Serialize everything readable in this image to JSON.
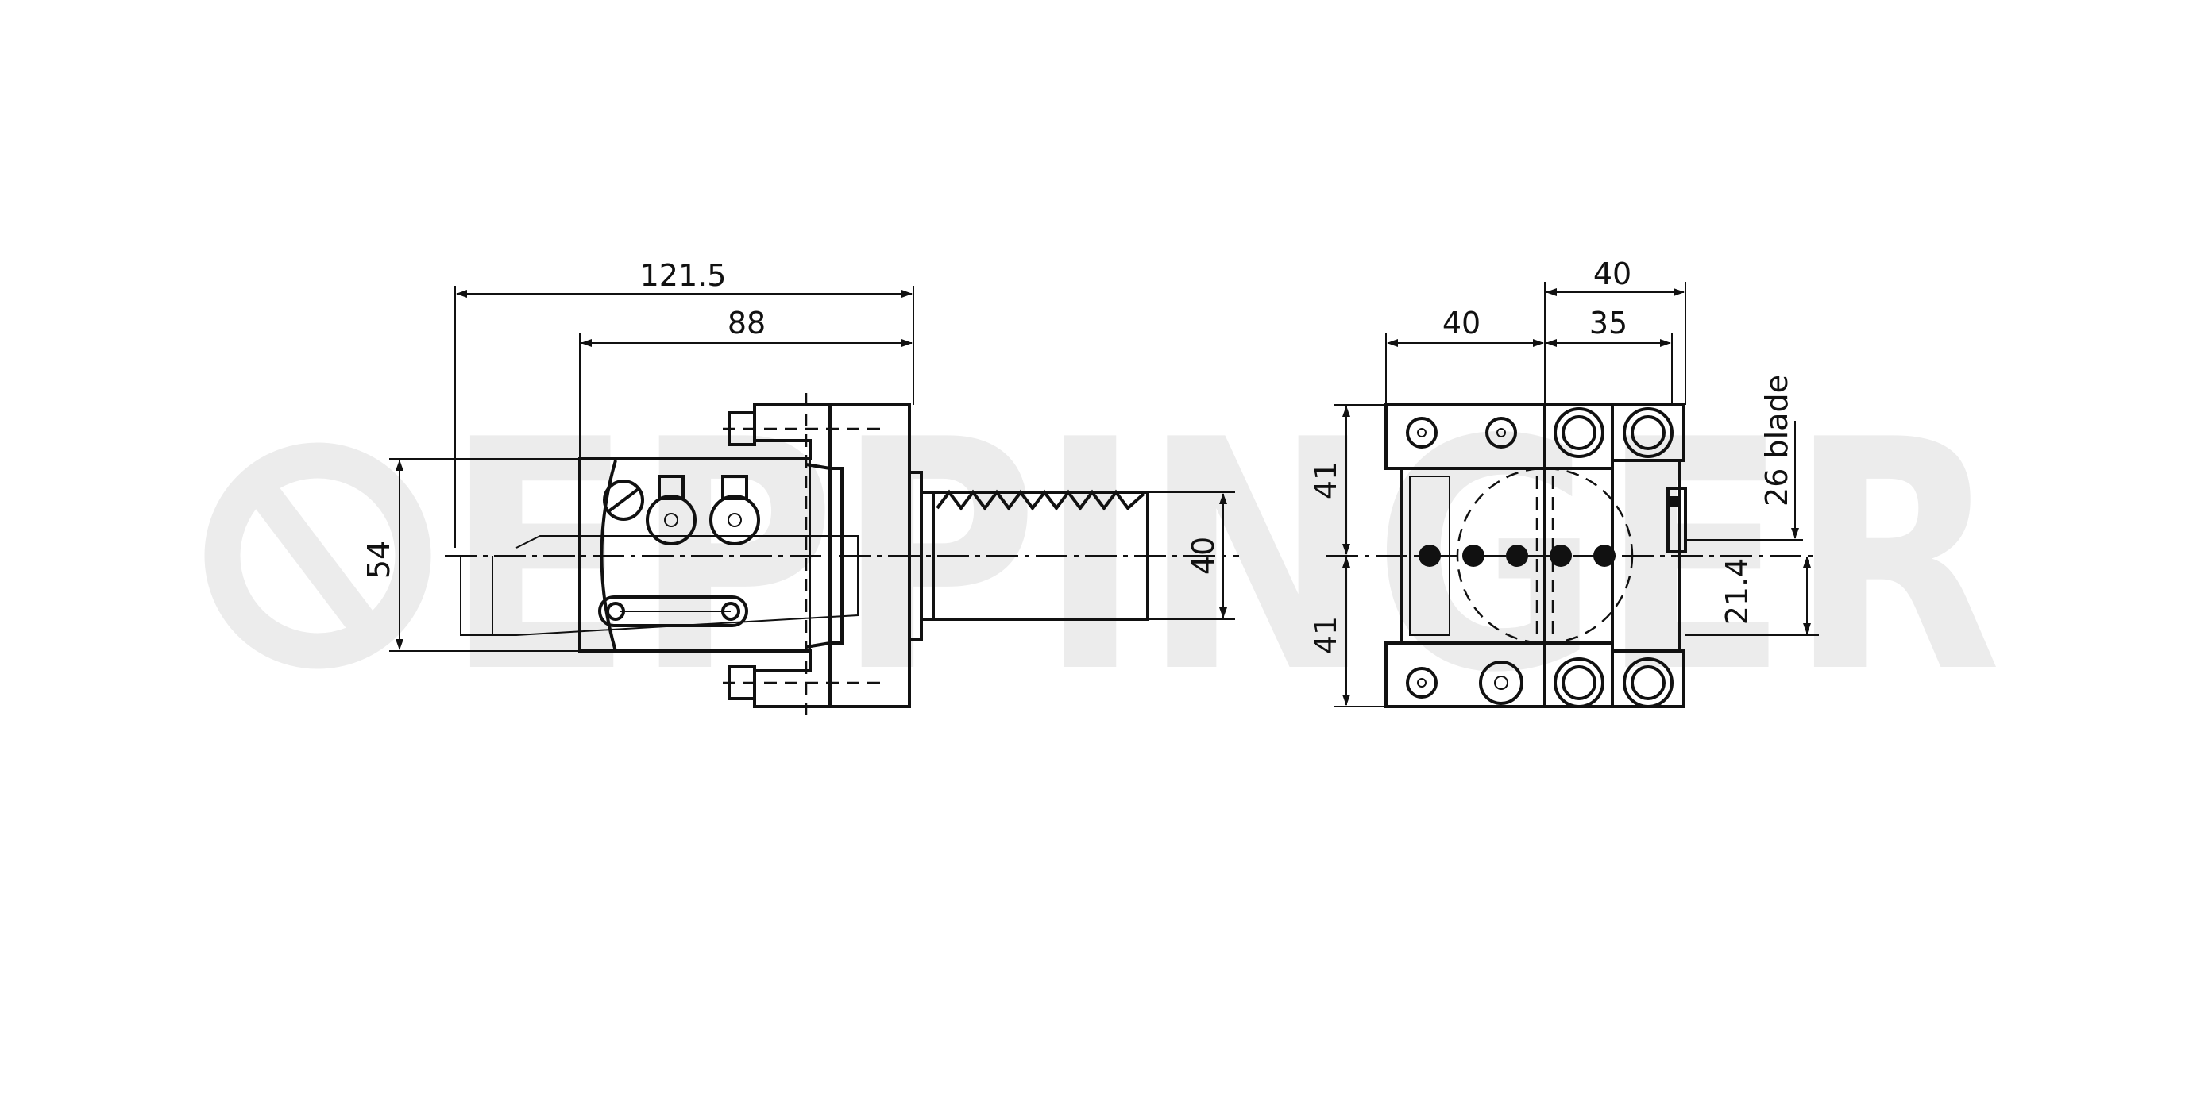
{
  "watermark": {
    "text": "EPPINGER",
    "fill_color": "#ececec"
  },
  "dimensions": {
    "overall_length": "121.5",
    "head_length": "88",
    "height": "54",
    "shank_diameter": "40",
    "front_width": "40",
    "side_width": "40",
    "side_offset": "35",
    "upper_half": "41",
    "lower_half": "41",
    "blade_size": "26 blade",
    "blade_height": "21.4"
  },
  "colors": {
    "line": "#111111",
    "background": "#ffffff"
  }
}
